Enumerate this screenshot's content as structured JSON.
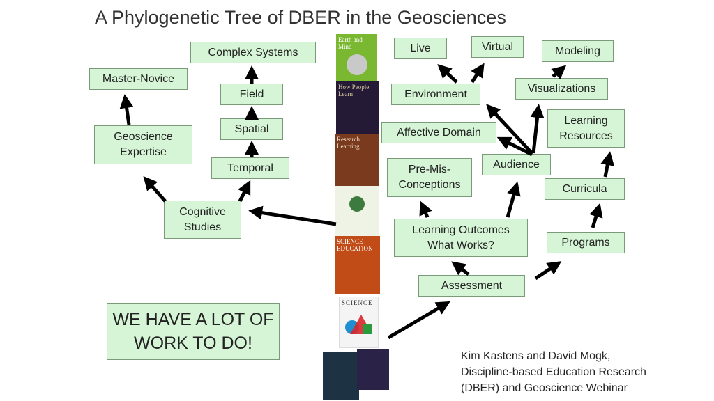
{
  "title": "A Phylogenetic Tree of DBER in the Geosciences",
  "nodes": {
    "complex_systems": "Complex Systems",
    "master_novice": "Master-Novice",
    "field": "Field",
    "spatial": "Spatial",
    "geoscience_expertise_1": "Geoscience",
    "geoscience_expertise_2": "Expertise",
    "temporal": "Temporal",
    "cognitive_studies_1": "Cognitive",
    "cognitive_studies_2": "Studies",
    "live": "Live",
    "virtual": "Virtual",
    "modeling": "Modeling",
    "environment": "Environment",
    "visualizations": "Visualizations",
    "learning_resources_1": "Learning",
    "learning_resources_2": "Resources",
    "affective_domain": "Affective Domain",
    "audience": "Audience",
    "pre_mis_1": "Pre-Mis-",
    "pre_mis_2": "Conceptions",
    "curricula": "Curricula",
    "learning_outcomes_1": "Learning Outcomes",
    "learning_outcomes_2": "What Works?",
    "programs": "Programs",
    "assessment": "Assessment"
  },
  "callout": {
    "line1": "WE HAVE A LOT OF",
    "line2": "WORK TO DO!"
  },
  "credit": {
    "line1": "Kim Kastens and David Mogk,",
    "line2": "Discipline-based Education Research",
    "line3": "(DBER) and Geoscience Webinar"
  },
  "books": {
    "earth_mind": "Earth and Mind",
    "how_people_learn": "How People Learn",
    "research_learning": "Research Learning",
    "science_education": "SCIENCE EDUCATION",
    "science": "SCIENCE"
  },
  "colors": {
    "box_fill": "#d6f5d6",
    "box_border": "#7a9a7a",
    "arrow": "#000000"
  }
}
